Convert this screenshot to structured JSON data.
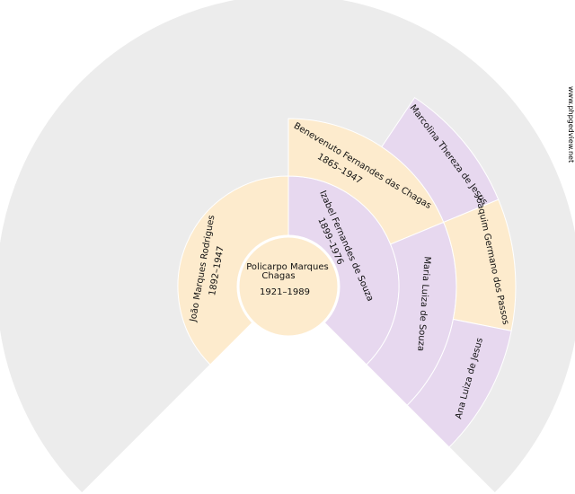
{
  "colors": {
    "background_ring": "#ececec",
    "male": "#fdebcd",
    "female": "#e7d8ef",
    "stroke": "#ffffff"
  },
  "credit": "www.phpgedview.net",
  "center": {
    "name_line1": "Policarpo Marques",
    "name_line2": "Chagas",
    "dates": "1921–1989"
  },
  "parents": [
    {
      "id": "father",
      "name": "João Marques Rodrigues",
      "dates": "1892–1947",
      "sex": "male"
    },
    {
      "id": "mother",
      "name": "Izabel Fernandes de Souza",
      "dates": "1899–1976",
      "sex": "female"
    }
  ],
  "grandparents": [
    {
      "id": "paternal-gf",
      "name": "",
      "dates": "",
      "sex": "empty"
    },
    {
      "id": "paternal-gm",
      "name": "",
      "dates": "",
      "sex": "empty"
    },
    {
      "id": "maternal-gf",
      "name": "Benevenuto Fernandes das Chagas",
      "dates": "1865–1947",
      "sex": "male"
    },
    {
      "id": "maternal-gm",
      "name": "Maria Luiza de Souza",
      "dates": "",
      "sex": "female"
    }
  ],
  "great_grandparents": [
    {
      "id": "ggp-1",
      "name": "Marcolina Thereza de Jesus",
      "sex": "female"
    },
    {
      "id": "ggp-2",
      "name": "Joaquim Germano dos Passos",
      "sex": "male"
    },
    {
      "id": "ggp-3",
      "name": "Ana Luiza de Jesus",
      "sex": "female"
    }
  ]
}
